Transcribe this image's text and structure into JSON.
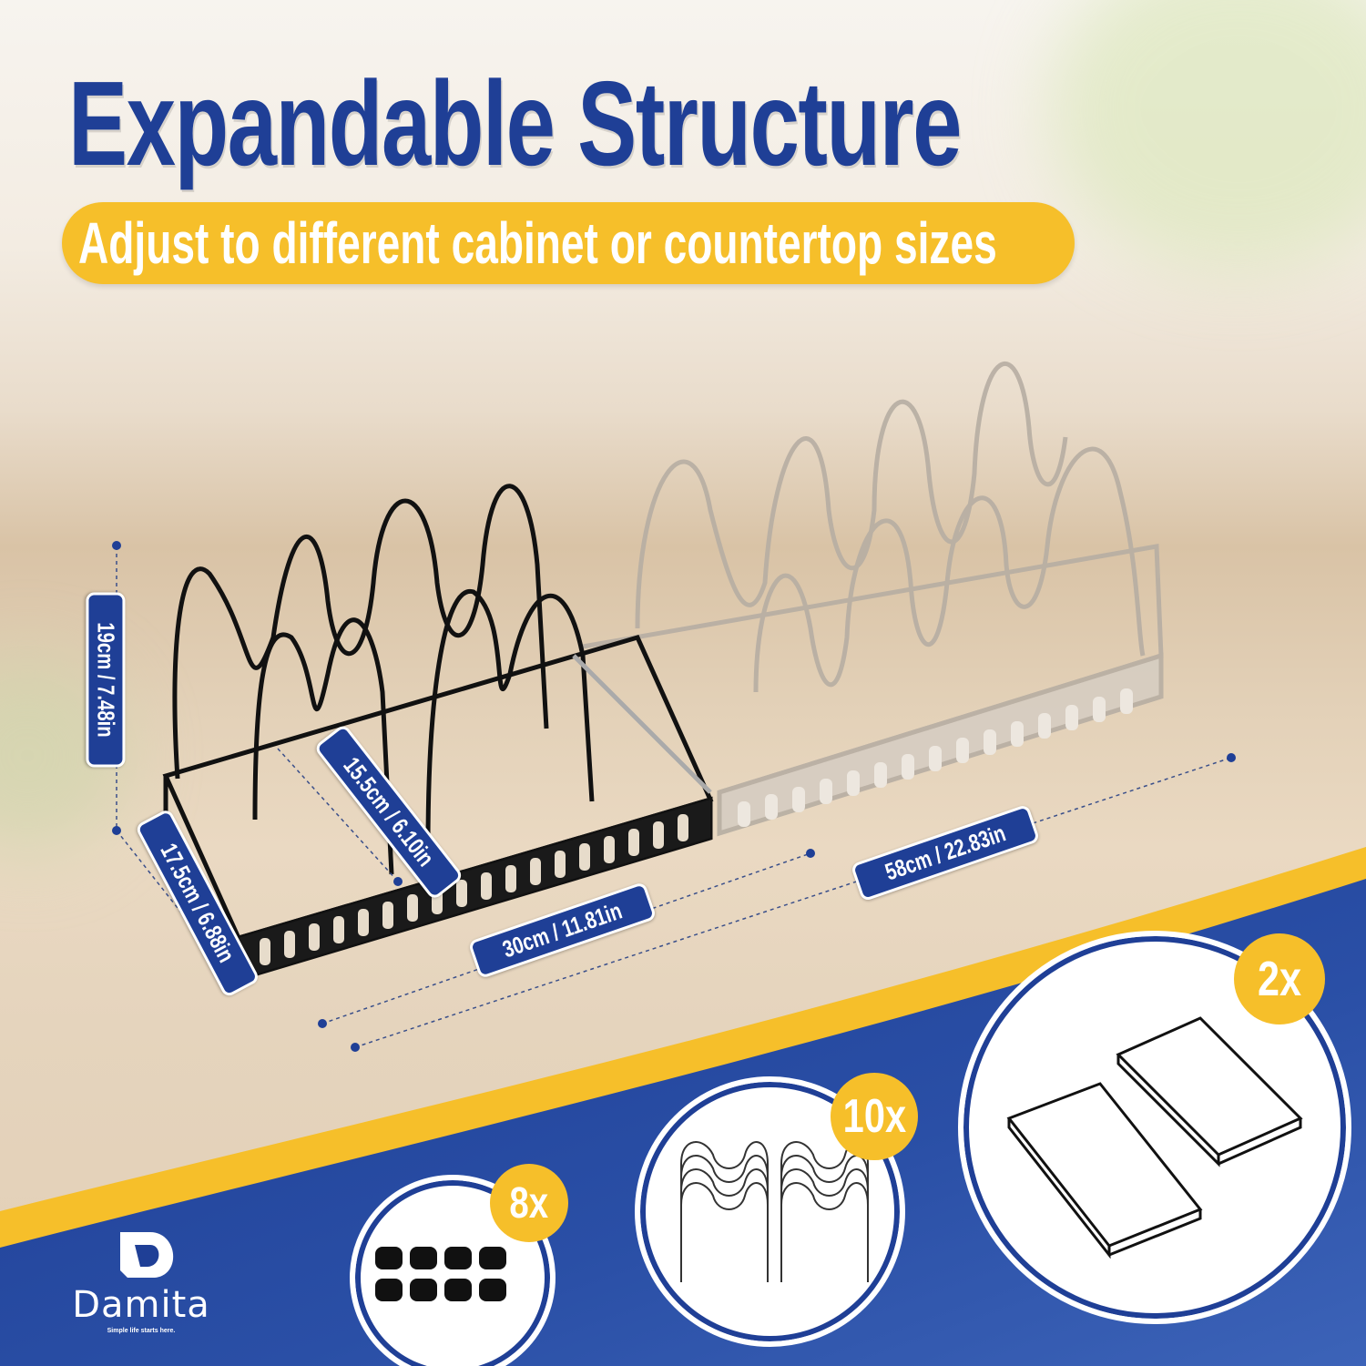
{
  "header": {
    "title": "Expandable Structure",
    "subtitle": "Adjust to different cabinet or countertop sizes"
  },
  "dimensions": {
    "height": "19cm / 7.48in",
    "depth": "17.5cm / 6.88in",
    "divider_spacing": "15.5cm / 6.10in",
    "min_length": "30cm / 11.81in",
    "max_length": "58cm / 22.83in"
  },
  "package_contents": [
    {
      "item": "connector caps",
      "count": "8x"
    },
    {
      "item": "wire dividers",
      "count": "10x"
    },
    {
      "item": "base frames",
      "count": "2x"
    }
  ],
  "brand": {
    "name": "Damita",
    "tagline": "Simple life starts here."
  },
  "colors": {
    "brand_blue": "#1f3f96",
    "accent_yellow": "#f6bf2a",
    "white": "#ffffff"
  }
}
